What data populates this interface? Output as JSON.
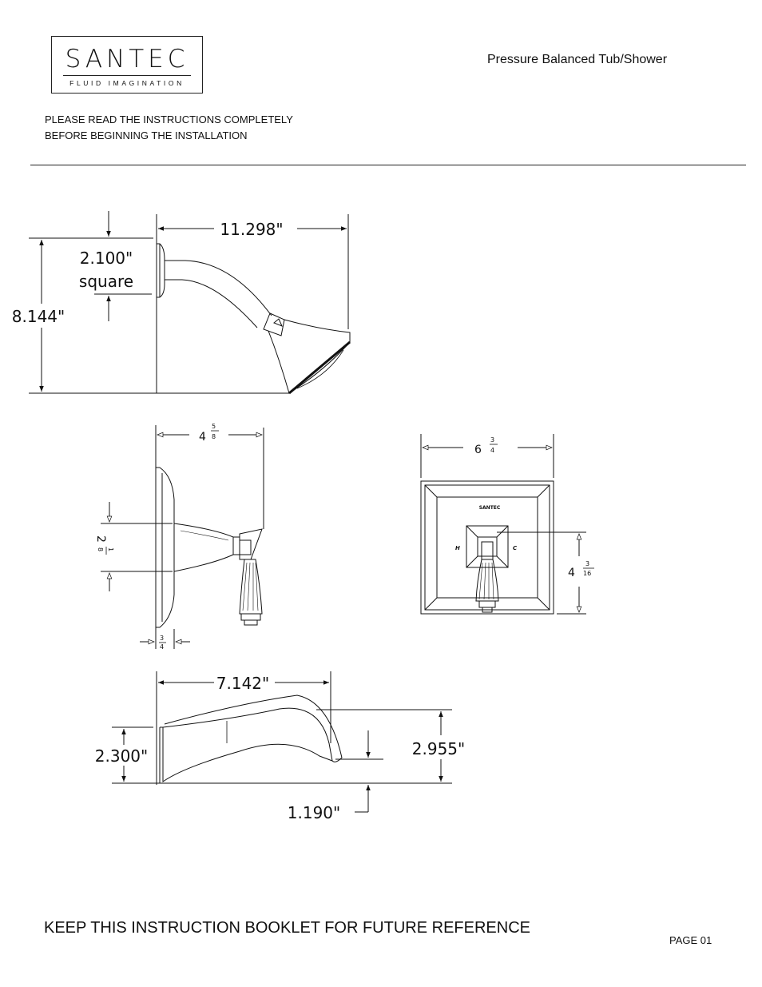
{
  "logo": {
    "name": "SANTEC",
    "tagline": "FLUID IMAGINATION"
  },
  "product_title": "Pressure Balanced Tub/Shower",
  "notice": {
    "line1": "PLEASE READ THE INSTRUCTIONS COMPLETELY",
    "line2": "BEFORE BEGINNING THE INSTALLATION"
  },
  "shower_head": {
    "width_dim": "11.298\"",
    "flange_dim_line1": "2.100\"",
    "flange_dim_line2": "square",
    "height_dim": "8.144\""
  },
  "valve_side": {
    "depth_whole": "4",
    "depth_num": "5",
    "depth_den": "8",
    "height_whole": "2",
    "height_num": "1",
    "height_den": "8",
    "trim_num": "3",
    "trim_den": "4"
  },
  "valve_front": {
    "width_whole": "6",
    "width_num": "3",
    "width_den": "4",
    "height_whole": "4",
    "height_num": "3",
    "height_den": "16",
    "plate_brand": "SANTEC",
    "hot_mark": "H",
    "cold_mark": "C"
  },
  "tub_spout": {
    "length_dim": "7.142\"",
    "height_dim": "2.300\"",
    "clearance_dim": "2.955\"",
    "outlet_dim": "1.190\""
  },
  "footer": "KEEP THIS INSTRUCTION BOOKLET FOR FUTURE REFERENCE",
  "page_number": "PAGE 01"
}
